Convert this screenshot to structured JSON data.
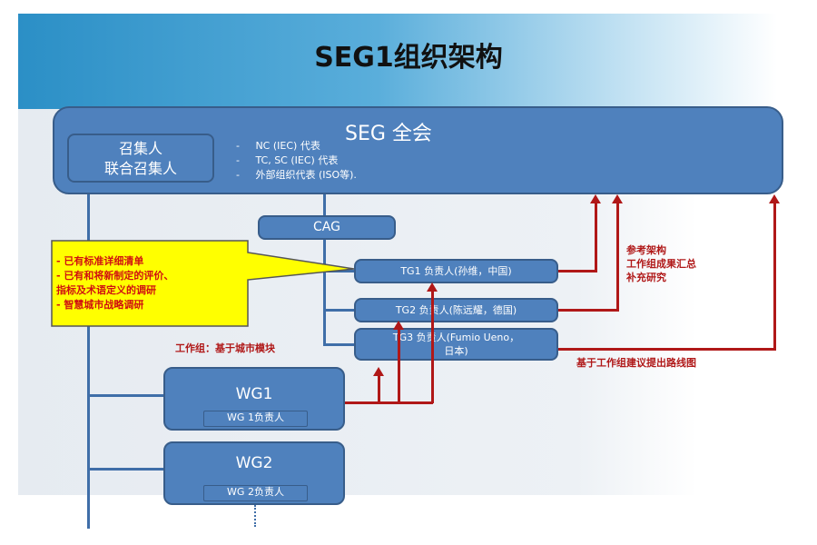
{
  "title": "SEG1组织架构",
  "plenary": {
    "title": "SEG 全会",
    "convenor": [
      "召集人",
      "联合召集人"
    ],
    "members": [
      "NC (IEC) 代表",
      "TC, SC (IEC) 代表",
      "外部组织代表 (ISO等)."
    ]
  },
  "cag": "CAG",
  "callout": [
    "- 已有标准详细清单",
    "- 已有和将新制定的评价、",
    "指标及术语定义的调研",
    "- 智慧城市战略调研"
  ],
  "tgs": [
    "TG1 负责人(孙维，中国)",
    "TG2 负责人(陈远耀，德国)",
    "TG3 负责人(Fumio Ueno，",
    "日本)"
  ],
  "wg_note": "工作组：基于城市模块",
  "wgs": [
    {
      "name": "WG1",
      "lead": "WG 1负责人"
    },
    {
      "name": "WG2",
      "lead": "WG 2负责人"
    }
  ],
  "right_note": [
    "参考架构",
    "工作组成果汇总",
    "补充研究"
  ],
  "roadmap_note": "基于工作组建议提出路线图"
}
